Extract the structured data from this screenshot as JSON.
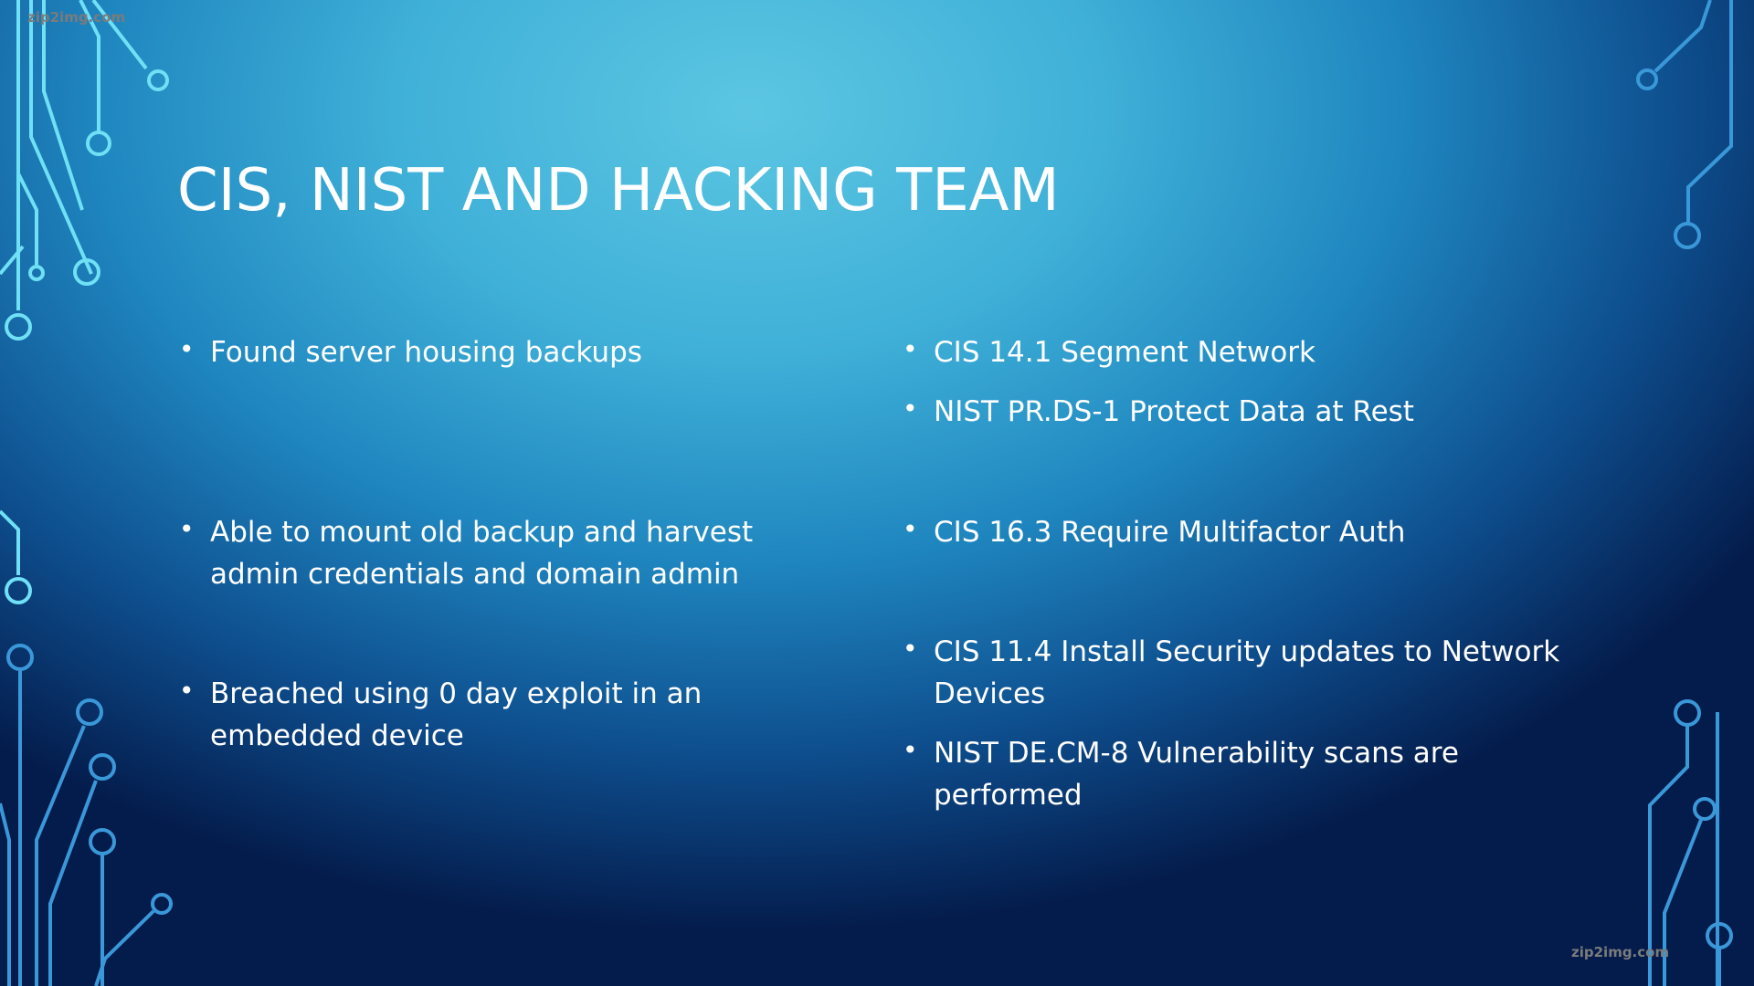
{
  "slide": {
    "title": "CIS, NIST AND HACKING TEAM",
    "left_bullets": [
      "Found server housing backups",
      "Able to mount old backup and harvest admin credentials and domain admin",
      "Breached using 0 day exploit in an embedded device"
    ],
    "right_bullets": [
      "CIS 14.1 Segment Network",
      "NIST PR.DS-1 Protect Data at Rest",
      "CIS 16.3 Require Multifactor Auth",
      "CIS 11.4 Install Security updates to Network Devices",
      "NIST DE.CM-8 Vulnerability scans are performed"
    ]
  },
  "watermark": "zip2img.com"
}
